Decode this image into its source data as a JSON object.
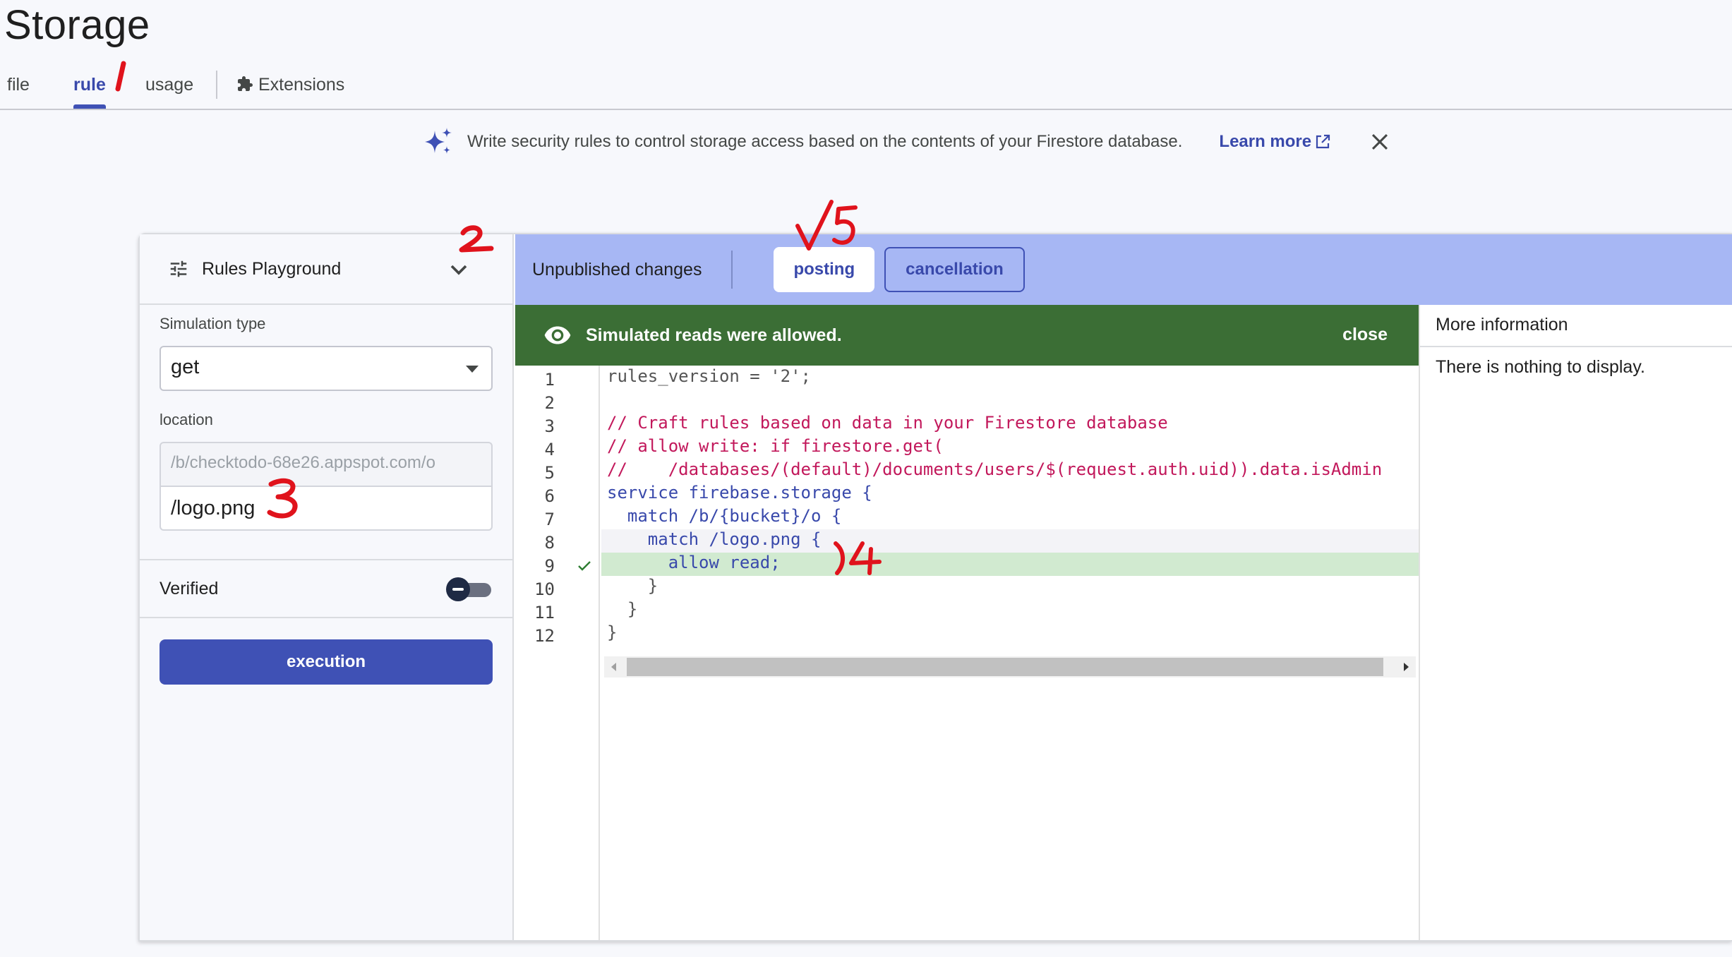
{
  "page": {
    "title": "Storage"
  },
  "tabs": [
    {
      "label": "file",
      "active": false
    },
    {
      "label": "rule",
      "active": true
    },
    {
      "label": "usage",
      "active": false
    },
    {
      "label": "Extensions",
      "active": false,
      "icon": "puzzle-icon"
    }
  ],
  "banner": {
    "icon": "sparkle-icon",
    "text": "Write security rules to control storage access based on the contents of your Firestore database.",
    "link_label": "Learn more",
    "link_icon": "open-in-new-icon",
    "close_icon": "close-icon"
  },
  "playground": {
    "title": "Rules Playground",
    "simulation_type_label": "Simulation type",
    "simulation_type_value": "get",
    "location_label": "location",
    "location_prefix": "/b/checktodo-68e26.appspot.com/o",
    "location_value": "/logo.png",
    "verified_label": "Verified",
    "verified_on": false,
    "execute_label": "execution"
  },
  "toolbar": {
    "status": "Unpublished changes",
    "publish_label": "posting",
    "cancel_label": "cancellation"
  },
  "result": {
    "message": "Simulated reads were allowed.",
    "close_label": "close",
    "color": "#3b6e35"
  },
  "info": {
    "title": "More information",
    "empty_text": "There is nothing to display."
  },
  "editor": {
    "line_numbers": [
      "1",
      "2",
      "3",
      "4",
      "5",
      "6",
      "7",
      "8",
      "9",
      "10",
      "11",
      "12"
    ],
    "lines": [
      "rules_version = '2';",
      "",
      "// Craft rules based on data in your Firestore database",
      "// allow write: if firestore.get(",
      "//    /databases/(default)/documents/users/$(request.auth.uid)).data.isAdmin",
      "service firebase.storage {",
      "  match /b/{bucket}/o {",
      "    match /logo.png {",
      "      allow read;",
      "    }",
      "  }",
      "}"
    ],
    "allowed_line": "9"
  },
  "annotations": [
    "1",
    "2",
    "3",
    ")4",
    "√5"
  ],
  "colors": {
    "accent": "#3f51b5",
    "toolbar": "#a7b7f4",
    "success": "#3b6e35",
    "annotation": "#e0131c"
  }
}
